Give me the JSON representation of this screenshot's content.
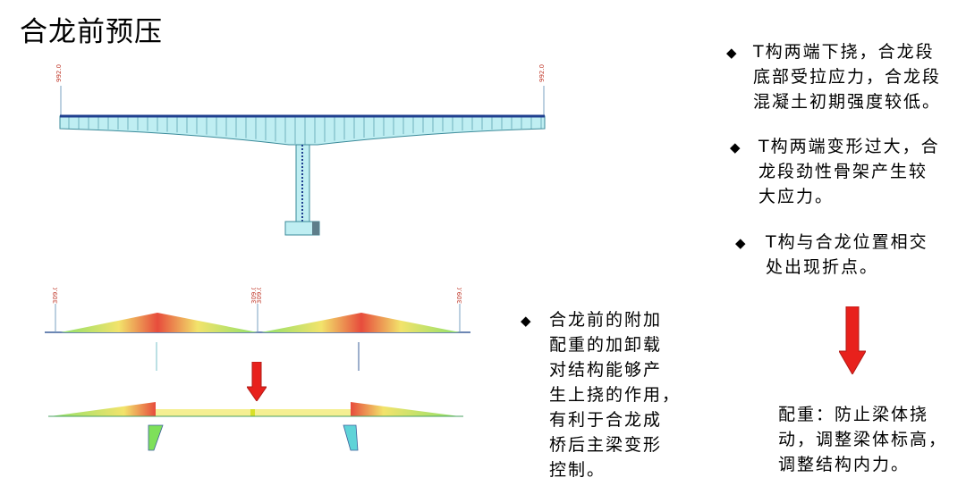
{
  "title": "合龙前预压",
  "load_labels": {
    "top_left": "992.0",
    "top_right": "992.0",
    "mid_left": "309.0",
    "mid_center": "309.0",
    "mid_center2": "309.0",
    "mid_right": "309.0"
  },
  "bullets": [
    {
      "mark": "◆",
      "text": "T构两端下挠，合龙段\n底部受拉应力，合龙段\n混凝土初期强度较低。"
    },
    {
      "mark": "◆",
      "text": "T构两端变形过大，合\n龙段劲性骨架产生较\n大应力。"
    },
    {
      "mark": "◆",
      "text": "T构与合龙位置相交\n处出现折点。"
    },
    {
      "mark": "◆",
      "text": "合龙前的附加\n配重的加卸载\n对结构能够产\n生上挠的作用，\n有利于合龙成\n桥后主梁变形\n控制。"
    }
  ],
  "note": "配重：防止梁体挠\n动，调整梁体标高，\n调整结构内力。",
  "colors": {
    "arrow": "#e8211c",
    "beam": "#bfeef2",
    "beam_stroke": "#3b8a99",
    "top_chord": "#1f3f8f"
  }
}
